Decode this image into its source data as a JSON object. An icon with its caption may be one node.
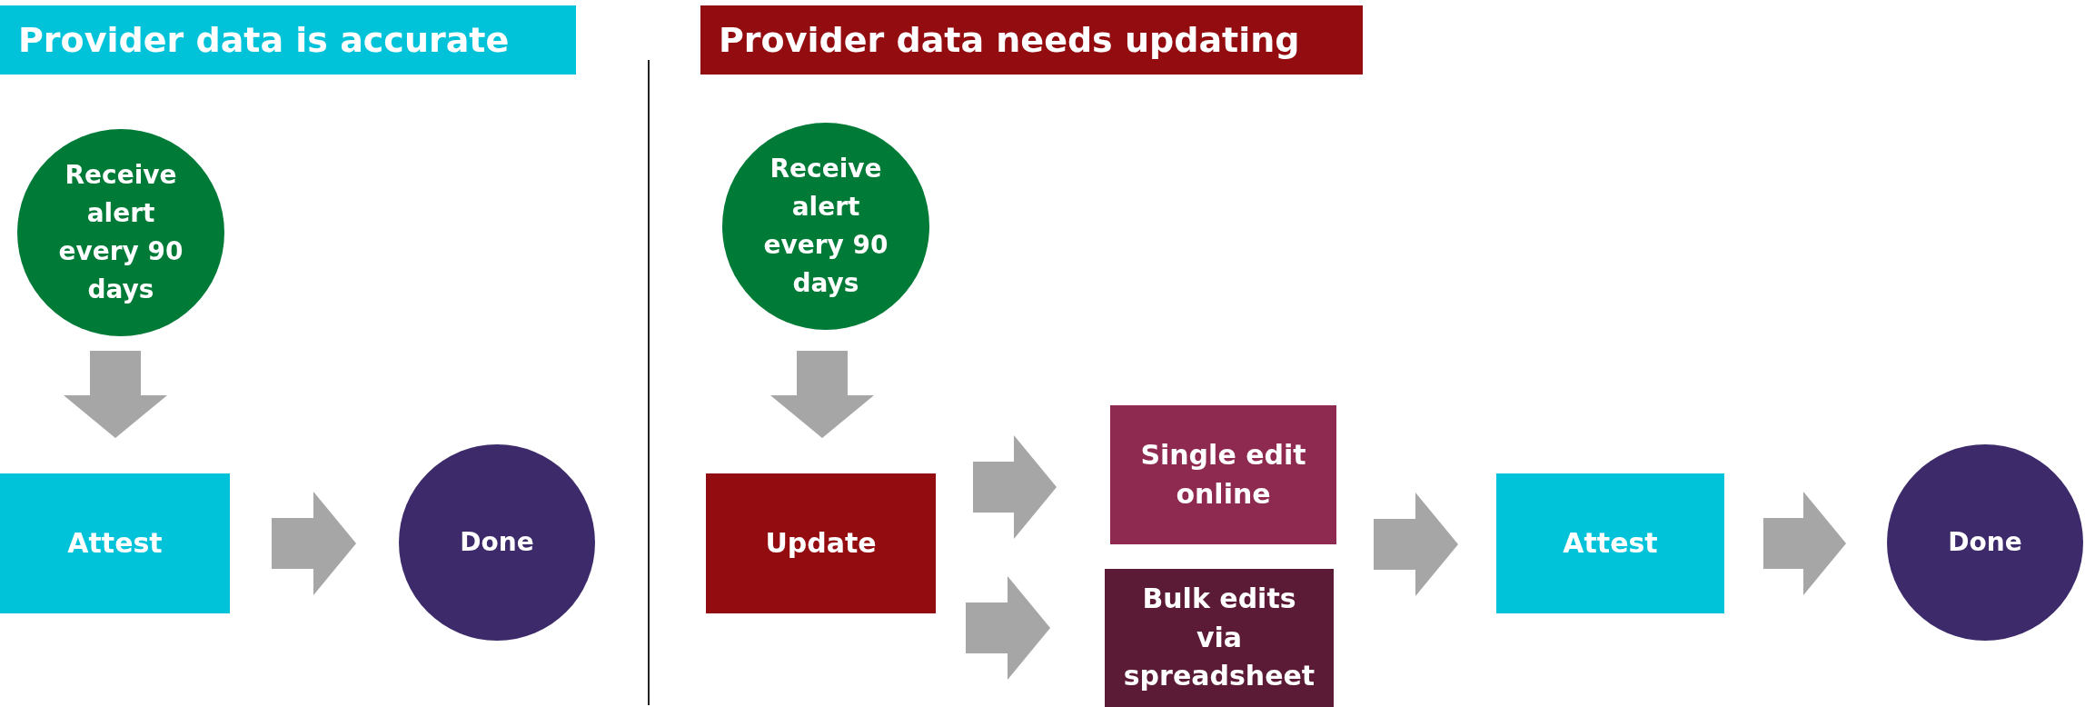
{
  "diagram": {
    "nodes": [
      {
        "text": [
          "Provider data is accurate"
        ]
      },
      {
        "text": [
          "Provider data needs updating"
        ]
      },
      {
        "text": [
          "Receive alert every 90 days"
        ]
      },
      {
        "text": [
          "Attest"
        ]
      },
      {
        "text": [
          "Done"
        ]
      },
      {
        "text": [
          "Receive alert every 90 days"
        ]
      },
      {
        "text": [
          "Update"
        ]
      },
      {
        "text": [
          "Single edit online"
        ]
      },
      {
        "text": [
          "Bulk edits via spreadsheet"
        ]
      },
      {
        "text": [
          "Attest"
        ]
      },
      {
        "text": [
          "Done"
        ]
      }
    ],
    "edges": [
      {
        "from": 2,
        "to": 3,
        "arrow": "to"
      },
      {
        "from": 3,
        "to": 4,
        "arrow": "to"
      },
      {
        "from": 5,
        "to": 6,
        "arrow": "to"
      },
      {
        "from": 6,
        "to": 7,
        "arrow": "to"
      },
      {
        "from": 6,
        "to": 8,
        "arrow": "to"
      },
      {
        "from": 7,
        "to": 9,
        "arrow": "to"
      },
      {
        "from": 8,
        "to": 9,
        "arrow": "to"
      },
      {
        "from": 9,
        "to": 10,
        "arrow": "to"
      }
    ]
  }
}
